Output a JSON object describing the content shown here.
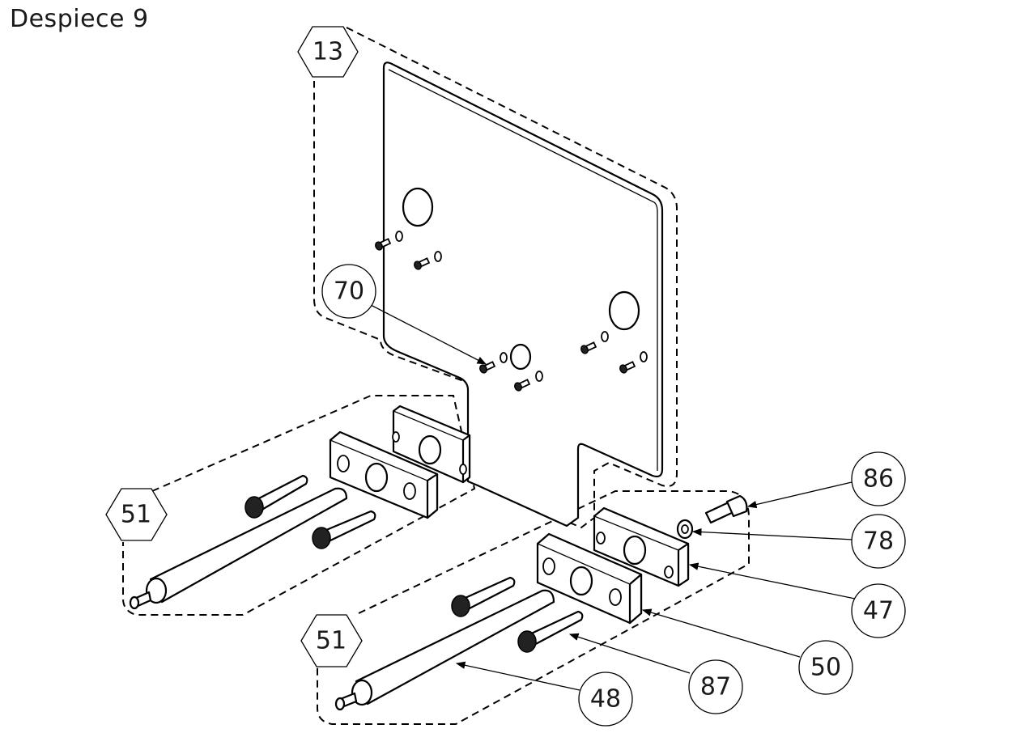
{
  "title": "Despiece 9",
  "balloons": {
    "b13": "13",
    "b51_top": "51",
    "b51_bottom": "51",
    "b70": "70",
    "b86": "86",
    "b78": "78",
    "b47": "47",
    "b50": "50",
    "b87": "87",
    "b48": "48"
  }
}
